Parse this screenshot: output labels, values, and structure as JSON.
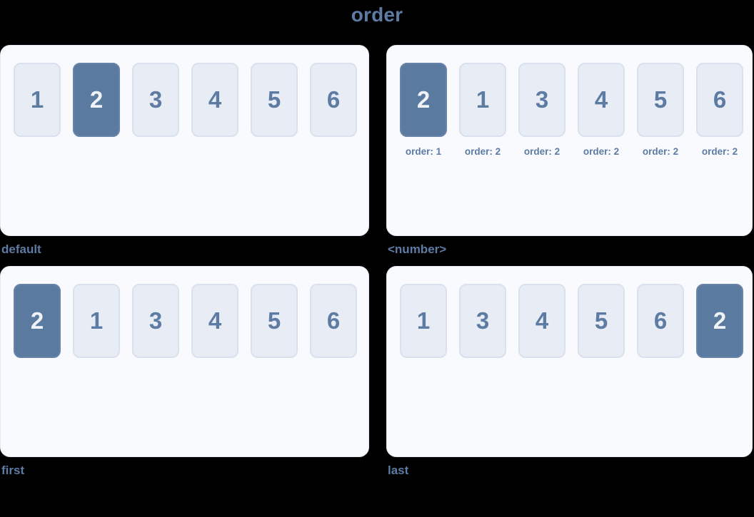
{
  "title": "order",
  "colors": {
    "background": "#000000",
    "accent_text": "#5d7ba4",
    "panel_bg": "#f8fafd",
    "panel_border": "#e3e9f2",
    "item_bg": "#e8edf5",
    "item_border": "#d9e1ee",
    "item_text": "#5e7ba3",
    "highlight_bg": "#5b7aa0",
    "highlight_border": "#6884a8",
    "highlight_text": "#eff3f8"
  },
  "panels": [
    {
      "id": "default",
      "label": "default",
      "items": [
        {
          "value": "1",
          "highlighted": false
        },
        {
          "value": "2",
          "highlighted": true
        },
        {
          "value": "3",
          "highlighted": false
        },
        {
          "value": "4",
          "highlighted": false
        },
        {
          "value": "5",
          "highlighted": false
        },
        {
          "value": "6",
          "highlighted": false
        }
      ]
    },
    {
      "id": "number",
      "label": "<number>",
      "items": [
        {
          "value": "2",
          "highlighted": true,
          "caption": "order: 1"
        },
        {
          "value": "1",
          "highlighted": false,
          "caption": "order: 2"
        },
        {
          "value": "3",
          "highlighted": false,
          "caption": "order: 2"
        },
        {
          "value": "4",
          "highlighted": false,
          "caption": "order: 2"
        },
        {
          "value": "5",
          "highlighted": false,
          "caption": "order: 2"
        },
        {
          "value": "6",
          "highlighted": false,
          "caption": "order: 2"
        }
      ]
    },
    {
      "id": "first",
      "label": "first",
      "items": [
        {
          "value": "2",
          "highlighted": true
        },
        {
          "value": "1",
          "highlighted": false
        },
        {
          "value": "3",
          "highlighted": false
        },
        {
          "value": "4",
          "highlighted": false
        },
        {
          "value": "5",
          "highlighted": false
        },
        {
          "value": "6",
          "highlighted": false
        }
      ]
    },
    {
      "id": "last",
      "label": "last",
      "items": [
        {
          "value": "1",
          "highlighted": false
        },
        {
          "value": "3",
          "highlighted": false
        },
        {
          "value": "4",
          "highlighted": false
        },
        {
          "value": "5",
          "highlighted": false
        },
        {
          "value": "6",
          "highlighted": false
        },
        {
          "value": "2",
          "highlighted": true
        }
      ]
    }
  ]
}
